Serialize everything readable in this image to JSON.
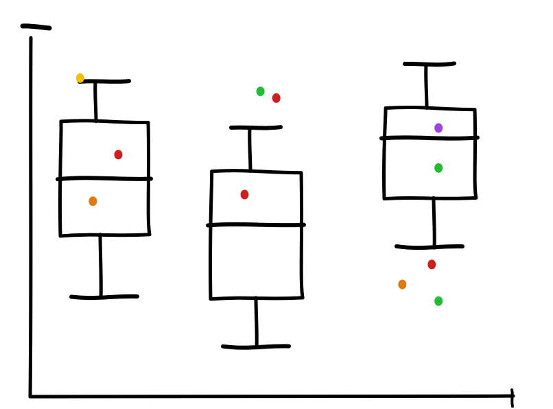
{
  "chart_data": {
    "type": "box",
    "title": "",
    "xlabel": "",
    "ylabel": "",
    "categories": [
      "",
      "",
      ""
    ],
    "ylim": [
      0,
      100
    ],
    "grid": false,
    "legend": "none",
    "boxes": [
      {
        "whisker_low": 26,
        "q1": 45,
        "median": 62,
        "q3": 79,
        "whisker_high": 91,
        "points": [
          {
            "value": 92,
            "color": "#f2c200",
            "offset": -0.55
          },
          {
            "value": 69,
            "color": "#cc1f1f",
            "offset": 0.32
          },
          {
            "value": 55,
            "color": "#e07b12",
            "offset": -0.26
          }
        ]
      },
      {
        "whisker_low": 11,
        "q1": 26,
        "median": 48,
        "q3": 64,
        "whisker_high": 77,
        "points": [
          {
            "value": 88,
            "color": "#22bb33",
            "offset": 0.1
          },
          {
            "value": 86,
            "color": "#cc1f1f",
            "offset": 0.45
          },
          {
            "value": 57,
            "color": "#cc1f1f",
            "offset": -0.25
          }
        ]
      },
      {
        "whisker_low": 41,
        "q1": 56,
        "median": 74,
        "q3": 83,
        "whisker_high": 96,
        "points": [
          {
            "value": 77,
            "color": "#9b45e0",
            "offset": 0.2
          },
          {
            "value": 65,
            "color": "#22bb33",
            "offset": 0.2
          },
          {
            "value": 36,
            "color": "#cc1f1f",
            "offset": 0.05
          },
          {
            "value": 30,
            "color": "#e07b12",
            "offset": -0.6
          },
          {
            "value": 25,
            "color": "#22bb33",
            "offset": 0.2
          }
        ]
      }
    ]
  }
}
